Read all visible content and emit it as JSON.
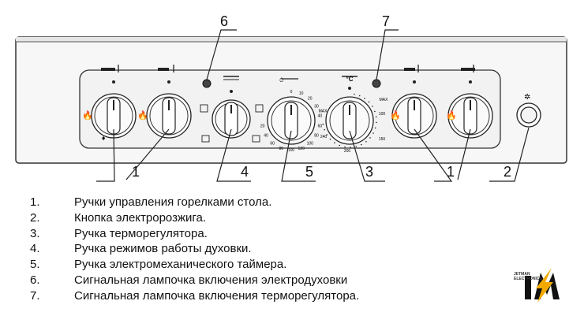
{
  "callouts": [
    {
      "number": "6"
    },
    {
      "number": "7"
    },
    {
      "number": "1"
    },
    {
      "number": "4"
    },
    {
      "number": "5"
    },
    {
      "number": "3"
    },
    {
      "number": "1"
    },
    {
      "number": "2"
    }
  ],
  "timer_scale": [
    "0",
    "10",
    "20",
    "30",
    "40",
    "60",
    "80",
    "100",
    "120",
    "100",
    "80",
    "60",
    "40",
    "20",
    "MAX"
  ],
  "thermostat_scale": [
    "°C",
    "MAX",
    "100",
    "150",
    "200",
    "240"
  ],
  "legend": [
    {
      "num": "1.",
      "text": "Ручки управления горелками стола."
    },
    {
      "num": "2.",
      "text": "Кнопка электророзжига."
    },
    {
      "num": "3.",
      "text": "Ручка терморегулятора."
    },
    {
      "num": "4.",
      "text": "Ручка режимов работы духовки."
    },
    {
      "num": "5.",
      "text": "Ручка электромеханического таймера."
    },
    {
      "num": "6.",
      "text": "Сигнальная лампочка включения электродуховки"
    },
    {
      "num": "7.",
      "text": "Сигнальная лампочка включения терморегулятора."
    }
  ],
  "logo": {
    "line1": "JETMAN",
    "line2": "ELECTRONICS",
    "mark": "JM"
  }
}
